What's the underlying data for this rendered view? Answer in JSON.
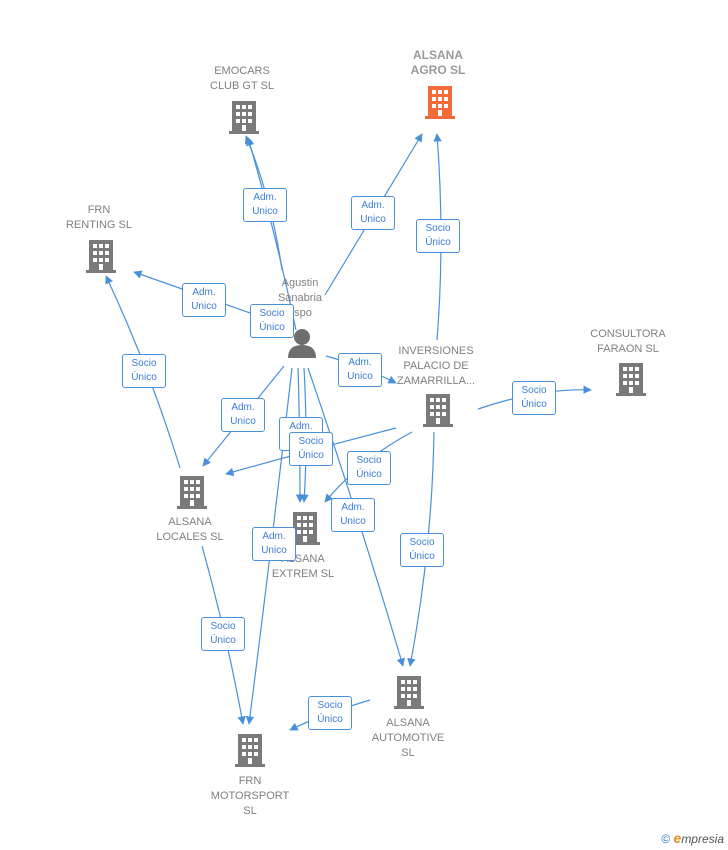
{
  "nodes": {
    "alsana_agro": {
      "label": "ALSANA\nAGRO  SL",
      "color": "#f26b38"
    },
    "emocars": {
      "label": "EMOCARS\nCLUB GT SL"
    },
    "frn_renting": {
      "label": "FRN\nRENTING  SL"
    },
    "person": {
      "label": "Agustin\nSanabria\nespo"
    },
    "inversiones": {
      "label": "INVERSIONES\nPALACIO DE\nZAMARRILLA..."
    },
    "consultora": {
      "label": "CONSULTORA\nFARAON  SL"
    },
    "alsana_locales": {
      "label": "ALSANA\nLOCALES  SL"
    },
    "alsana_extrem": {
      "label": "ALSANA\nEXTREM  SL"
    },
    "alsana_automotive": {
      "label": "ALSANA\nAUTOMOTIVE\nSL"
    },
    "frn_motorsport": {
      "label": "FRN\nMOTORSPORT\nSL"
    }
  },
  "edge_labels": {
    "e1": "Adm.\nUnico",
    "e2": "Adm.\nUnico",
    "e3": "Socio\nÚnico",
    "e4": "Adm.\nUnico",
    "e5": "Socio\nÚnico",
    "e6": "Socio\nÚnico",
    "e7": "Adm.\nUnico",
    "e8": "Socio\nÚnico",
    "e9": "Adm.\nUnico",
    "e10": "Adm.\nUnico",
    "e11": "Socio\nÚnico",
    "e12": "Socio\nÚnico",
    "e13": "Adm.\nUnico",
    "e14": "Socio\nÚnico",
    "e15": "Adm.\nUnico",
    "e16": "Socio\nÚnico",
    "e17": "Socio\nÚnico"
  },
  "colors": {
    "edge": "#4a90d9",
    "building": "#7a7a7a",
    "highlight": "#f26b38"
  },
  "brand": {
    "symbol": "©",
    "e": "e",
    "rest": "mpresia"
  }
}
